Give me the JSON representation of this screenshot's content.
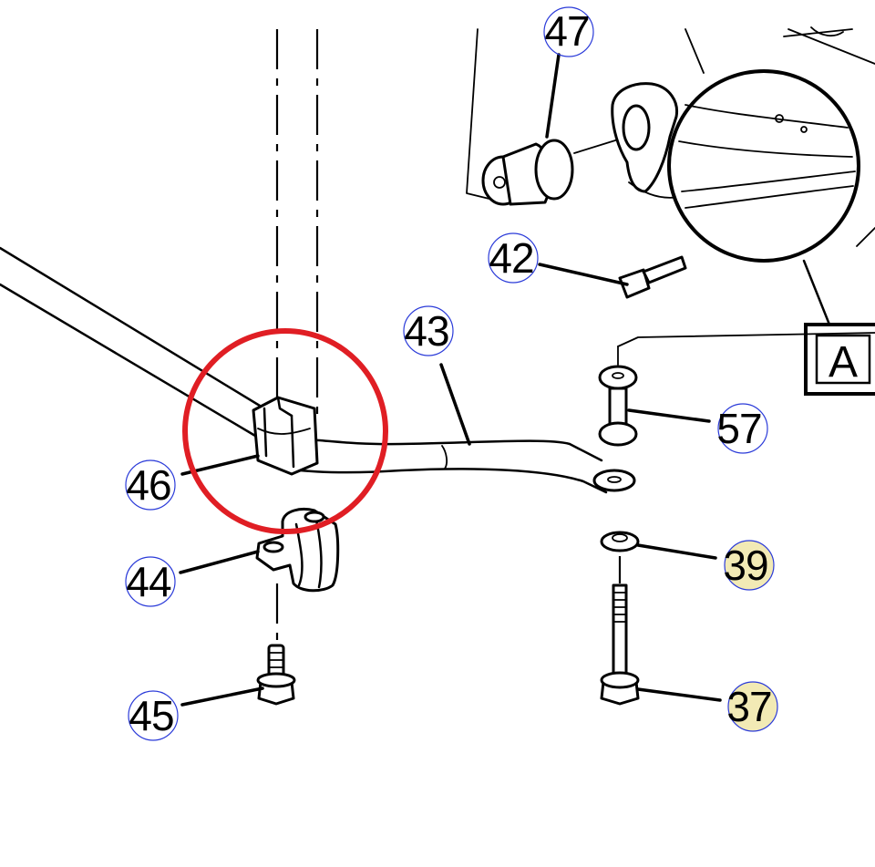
{
  "callouts": {
    "c47": "47",
    "c42": "42",
    "c43": "43",
    "c57": "57",
    "c46": "46",
    "c44": "44",
    "c39": "39",
    "c45": "45",
    "c37": "37"
  },
  "detail_box": {
    "label": "A"
  },
  "colors": {
    "highlight_ring": "#e01e24",
    "callout_ring": "#2b3bd9",
    "callout_highlight": "#f0e6a8"
  }
}
